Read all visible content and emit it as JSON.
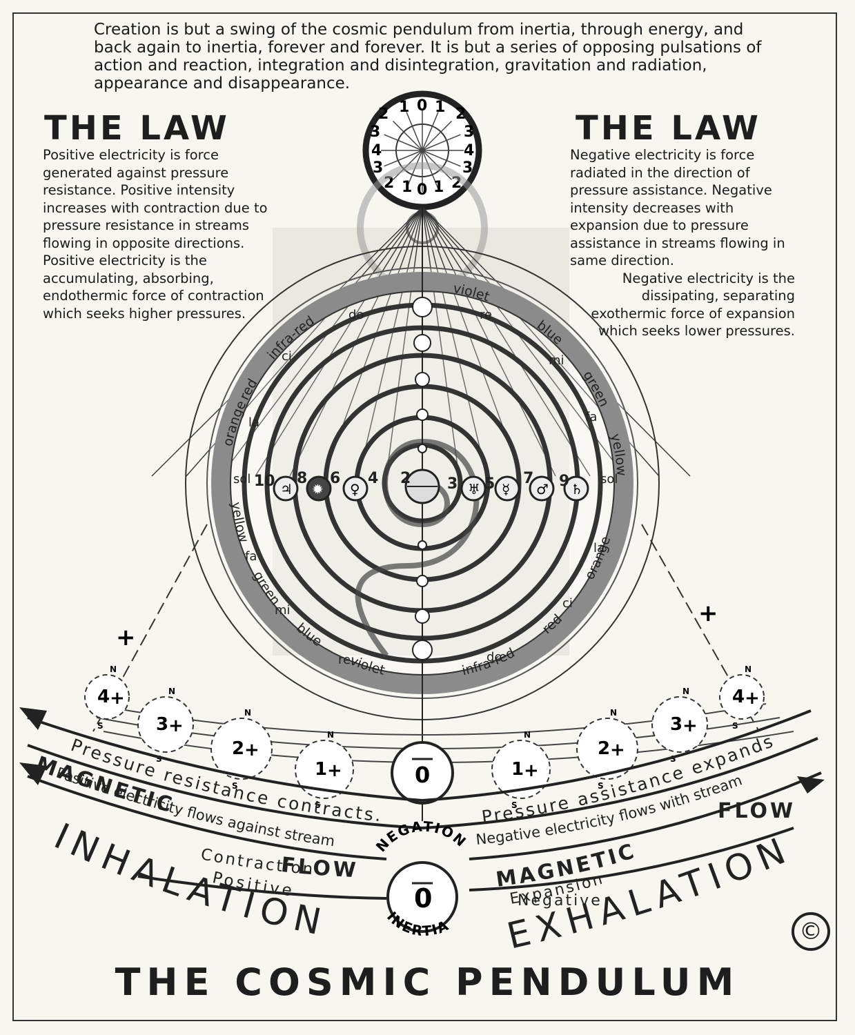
{
  "intro": "Creation is but a swing of the cosmic pendulum from inertia, through energy, and back again to inertia, forever and forever. It is but a series of opposing pulsations of action and reaction, integration and disintegration, gravitation and radiation, appearance and disappearance.",
  "law_left": {
    "title": "THE LAW",
    "text": "Positive electricity is force generated against pressure resistance. Positive intensity increases with contraction due to pressure resistance in streams flowing in opposite directions. Positive electricity is the accumulating, absorbing, endothermic force of contraction which seeks higher pressures."
  },
  "law_right": {
    "title": "THE LAW",
    "text_a": "Negative electricity is force radiated in the direction of pressure assistance. Negative intensity decreases with expansion due to pressure assistance in streams flowing in same direction.",
    "text_b": "Negative electricity is the dissipating, separating exothermic force of expansion which seeks lower pressures."
  },
  "top_dial": {
    "left_numbers": [
      "2",
      "3",
      "4",
      "3",
      "2"
    ],
    "top_numbers": [
      "1",
      "0",
      "1"
    ],
    "right_numbers": [
      "2",
      "3",
      "4",
      "3",
      "2"
    ],
    "bottom_numbers": [
      "1",
      "0",
      "1"
    ]
  },
  "ring_left_labels": [
    "infra-red",
    "red",
    "orange",
    "yellow",
    "green",
    "blue",
    "violet"
  ],
  "ring_left_notes": [
    "do",
    "ci",
    "la",
    "sol",
    "fa",
    "mi",
    "re"
  ],
  "ring_right_labels": [
    "violet",
    "blue",
    "green",
    "yellow",
    "orange",
    "red",
    "infra-red"
  ],
  "ring_right_notes": [
    "re",
    "mi",
    "fa",
    "sol",
    "la",
    "ci",
    "do"
  ],
  "planet_numbers_left": [
    "10",
    "8",
    "6",
    "4",
    "2"
  ],
  "planet_numbers_right": [
    "3",
    "5",
    "7",
    "9"
  ],
  "planet_symbols_left": [
    "♃",
    "✹",
    "♀"
  ],
  "planet_symbols_right": [
    "♅",
    "☿",
    "♂",
    "♄"
  ],
  "octave_circles": {
    "left": [
      "4",
      "3",
      "2",
      "1"
    ],
    "center": "0",
    "right": [
      "1",
      "2",
      "3",
      "4"
    ],
    "pole_n": "N",
    "pole_s": "S"
  },
  "arc_texts": {
    "pressure_left": "Pressure resistance contracts.",
    "positive_flow": "Positive electricity flows against stream",
    "magnetic_left": "MAGNETIC",
    "flow_left": "FLOW",
    "contraction": "Contraction",
    "positive": "Positive",
    "pressure_right": "Pressure assistance expands",
    "negative_flow": "Negative electricity flows with stream",
    "magnetic_right": "MAGNETIC",
    "flow_right": "FLOW",
    "expansion": "Expansion",
    "negative": "Negative",
    "negation": "NEGATION",
    "inertia": "INERTIA",
    "inertia_symbol": "0",
    "inhalation": "INHALATION",
    "exhalation": "EXHALATION"
  },
  "bottom_title": "THE COSMIC PENDULUM",
  "copyright": "©"
}
